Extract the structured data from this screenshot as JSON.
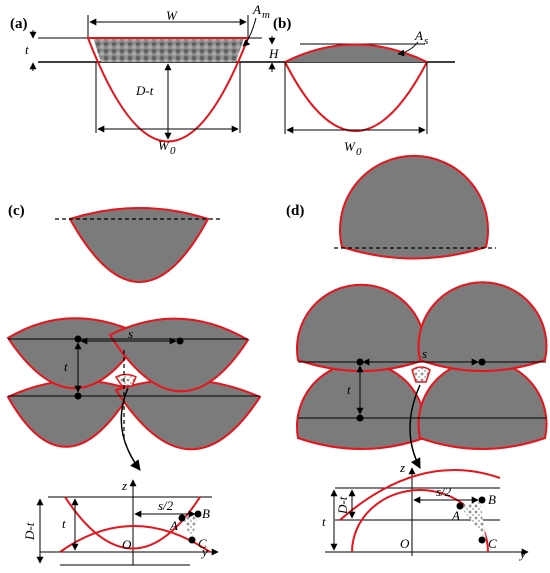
{
  "panels": {
    "a": {
      "label": "(a)",
      "W": "W",
      "Am": "A",
      "Am_sub": "m",
      "t": "t",
      "Dt": "D-t",
      "W0": "W",
      "W0_sub": "0"
    },
    "b": {
      "label": "(b)",
      "As": "A",
      "As_sub": "s",
      "H": "H",
      "W0": "W",
      "W0_sub": "0"
    },
    "c": {
      "label": "(c)",
      "t": "t",
      "s": "s",
      "z": "z",
      "y": "y",
      "s2": "s/2",
      "Dt": "D-t",
      "t2": "t",
      "O": "O",
      "A": "A",
      "B": "B",
      "C": "C"
    },
    "d": {
      "label": "(d)",
      "t": "t",
      "s": "s",
      "z": "z",
      "y": "y",
      "s2": "s/2",
      "Dt": "D-t",
      "t2": "t",
      "O": "O",
      "A": "A",
      "B": "B",
      "C": "C"
    }
  },
  "colors": {
    "bead_outline": "#e8141b",
    "bead_fill": "#7b7b7b",
    "lines": "#000000"
  }
}
